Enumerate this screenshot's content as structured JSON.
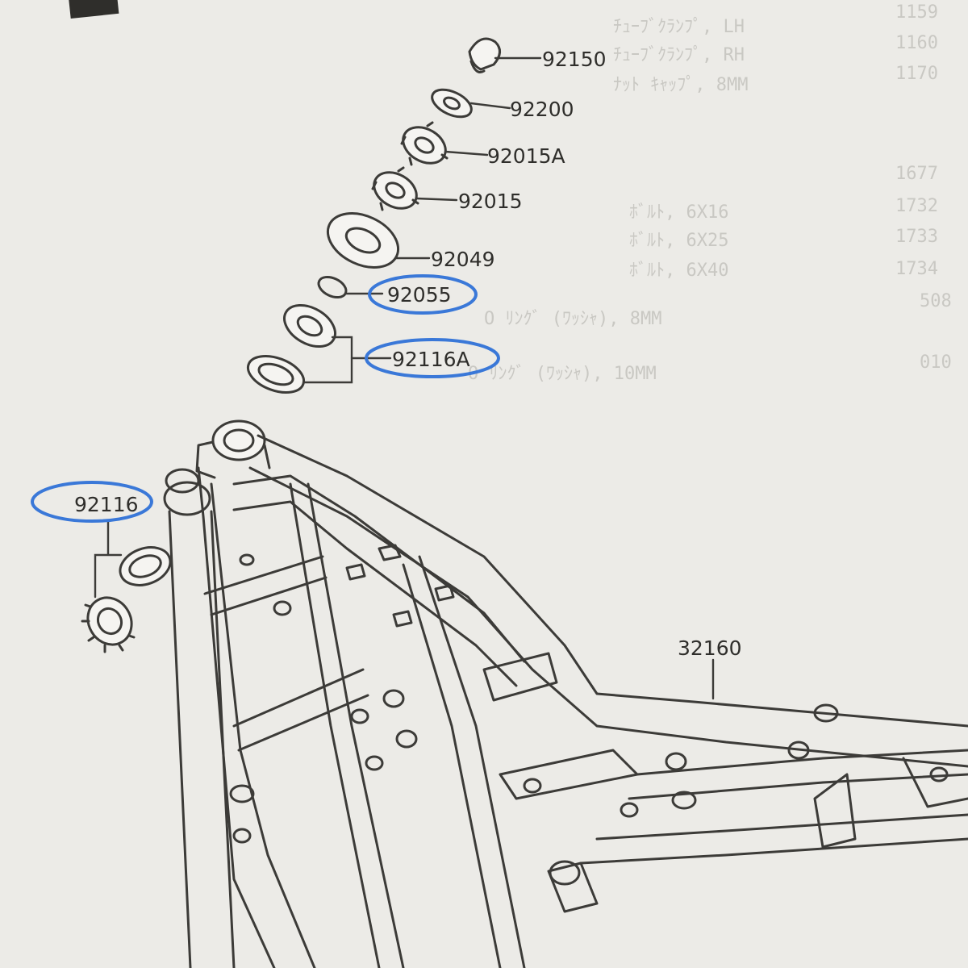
{
  "callouts": {
    "c92150": "92150",
    "c92200": "92200",
    "c92015A": "92015A",
    "c92015": "92015",
    "c92049": "92049",
    "c92055": "92055",
    "c92116A": "92116A",
    "c92116": "92116",
    "c32160": "32160"
  },
  "highlight_color": "#3a78d8",
  "background_list": {
    "row1": "ﾁｭｰﾌﾞｸﾗﾝﾌﾟ, LH",
    "row2": "ﾁｭｰﾌﾞｸﾗﾝﾌﾟ, RH",
    "row3": "ﾅｯﾄ  ｷｬｯﾌﾟ, 8MM",
    "row4": "ﾎﾞﾙﾄ, 6X16",
    "row5": "ﾎﾞﾙﾄ, 6X25",
    "row6": "ﾎﾞﾙﾄ, 6X40",
    "row7": "O  ﾘﾝｸﾞ (ﾜｯｼｬ), 8MM",
    "row8": "O  ﾘﾝｸﾞ (ﾜｯｼｬ), 10MM",
    "code1": "1159",
    "code2": "1160",
    "code3": "1170",
    "code4": "1677",
    "code5": "1732",
    "code6": "1733",
    "code7": "1734",
    "code8": "508",
    "code9": "010"
  }
}
